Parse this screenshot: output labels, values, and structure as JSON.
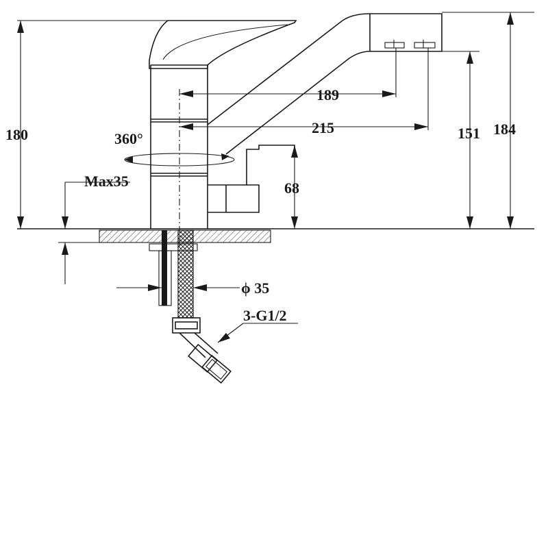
{
  "dimensions": {
    "total_height": "180",
    "spout_top_height": "184",
    "outlet_height": "151",
    "handle_height": "68",
    "reach_inner": "189",
    "reach_outer": "215",
    "rotation": "360°",
    "max_counter_thickness": "Max35",
    "hole_diameter": "ϕ 35",
    "connection": "3-G1/2"
  }
}
